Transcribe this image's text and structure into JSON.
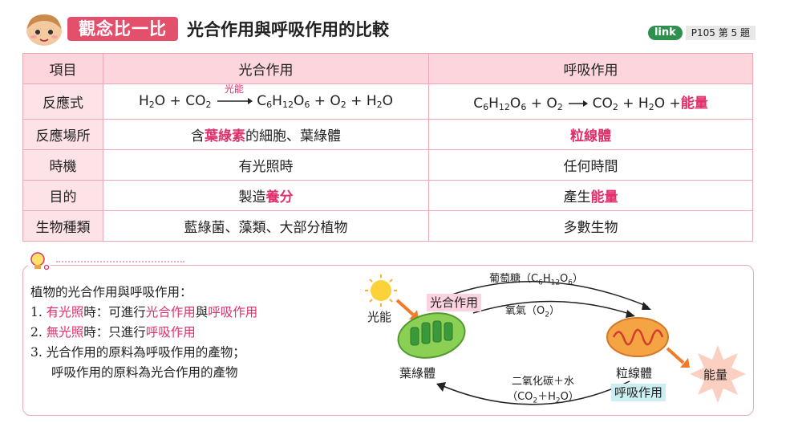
{
  "header": {
    "badge": "觀念比一比",
    "title": "光合作用與呼吸作用的比較",
    "link_label": "link",
    "page_ref": "P105 第 5 題"
  },
  "table": {
    "col_item": "項目",
    "col_photo": "光合作用",
    "col_resp": "呼吸作用",
    "rows": {
      "reaction": {
        "label": "反應式",
        "photo": {
          "h2o": "H",
          "o": "O",
          "plus1": "+",
          "co2": "CO",
          "arrow_label": "光能",
          "glucose": "C",
          "glucose_h": "H",
          "glucose_o": "O",
          "plus2": "+",
          "o2": "O",
          "plus3": "+",
          "h2o2": "H",
          "o_end": "O",
          "sub2": "2",
          "sub6": "6",
          "sub12": "12"
        },
        "resp": {
          "energy": "能量",
          "plus": "+"
        }
      },
      "place": {
        "label": "反應場所",
        "photo_pre": "含",
        "photo_hl": "葉綠素",
        "photo_post": "的細胞、葉綠體",
        "resp": "粒線體"
      },
      "timing": {
        "label": "時機",
        "photo": "有光照時",
        "resp": "任何時間"
      },
      "purpose": {
        "label": "目的",
        "photo_pre": "製造",
        "photo_hl": "養分",
        "resp_pre": "產生",
        "resp_hl": "能量"
      },
      "organisms": {
        "label": "生物種類",
        "photo": "藍綠菌、藻類、大部分植物",
        "resp": "多數生物"
      }
    }
  },
  "notes": {
    "intro": "植物的光合作用與呼吸作用：",
    "item1": {
      "num": "1.",
      "hl1": "有光照",
      "t1": "時：可進行",
      "hl2": "光合作用",
      "t2": "與",
      "hl3": "呼吸作用"
    },
    "item2": {
      "num": "2.",
      "hl1": "無光照",
      "t1": "時：只進行",
      "hl2": "呼吸作用"
    },
    "item3": {
      "num": "3.",
      "line1": "光合作用的原料為呼吸作用的產物；",
      "line2": "呼吸作用的原料為光合作用的產物"
    }
  },
  "diagram": {
    "light": "光能",
    "photosynthesis": "光合作用",
    "glucose_label": "葡萄糖（C",
    "glucose_h": "H",
    "glucose_o": "O",
    "glucose_end": "）",
    "sub6": "6",
    "sub12": "12",
    "oxygen_label": "氧氣（O",
    "oxygen_end": "）",
    "sub2": "2",
    "chloroplast": "葉綠體",
    "mitochondria": "粒線體",
    "energy": "能量",
    "respiration": "呼吸作用",
    "reactants_line1": "二氧化碳＋水",
    "reactants_line2_a": "（CO",
    "reactants_line2_b": "＋H",
    "reactants_line2_c": "O）"
  },
  "colors": {
    "accent": "#e0306a",
    "badge": "#e2506c",
    "table_border": "#e9a8b4",
    "header_bg": "#fcd6dc",
    "link": "#2f8f4e"
  }
}
